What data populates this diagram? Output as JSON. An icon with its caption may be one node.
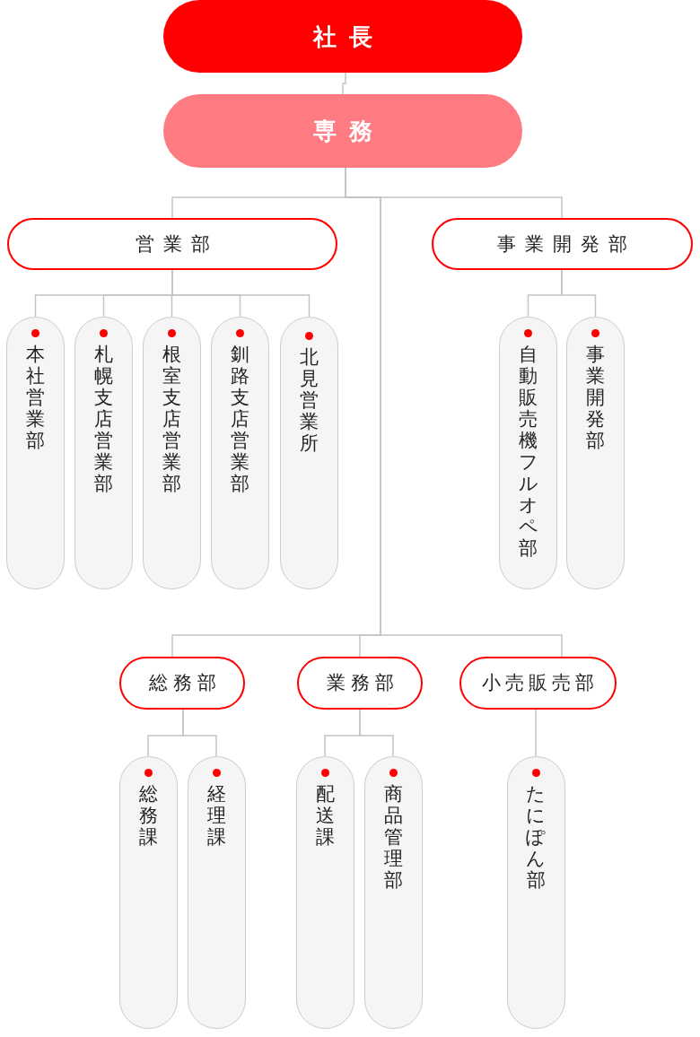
{
  "diagram": {
    "nodes": [
      {
        "text": [
          "社長"
        ]
      },
      {
        "text": [
          "専務"
        ]
      },
      {
        "text": [
          "営業部"
        ]
      },
      {
        "text": [
          "事業開発部"
        ]
      },
      {
        "text": [
          "本社営業部"
        ]
      },
      {
        "text": [
          "札幌支店営業部"
        ]
      },
      {
        "text": [
          "根室支店営業部"
        ]
      },
      {
        "text": [
          "釧路支店営業部"
        ]
      },
      {
        "text": [
          "北見営業所"
        ]
      },
      {
        "text": [
          "自動販売機フルオペ部"
        ]
      },
      {
        "text": [
          "事業開発部"
        ]
      },
      {
        "text": [
          "総務部"
        ]
      },
      {
        "text": [
          "業務部"
        ]
      },
      {
        "text": [
          "小売販売部"
        ]
      },
      {
        "text": [
          "総務課"
        ]
      },
      {
        "text": [
          "経理課"
        ]
      },
      {
        "text": [
          "配送課"
        ]
      },
      {
        "text": [
          "商品管理部"
        ]
      },
      {
        "text": [
          "たにぽん部"
        ]
      }
    ],
    "edges": [
      {
        "from": 0,
        "to": 1,
        "arrow": "none"
      },
      {
        "from": 1,
        "to": 2,
        "arrow": "none"
      },
      {
        "from": 1,
        "to": 3,
        "arrow": "none"
      },
      {
        "from": 2,
        "to": 4,
        "arrow": "none"
      },
      {
        "from": 2,
        "to": 5,
        "arrow": "none"
      },
      {
        "from": 2,
        "to": 6,
        "arrow": "none"
      },
      {
        "from": 2,
        "to": 7,
        "arrow": "none"
      },
      {
        "from": 2,
        "to": 8,
        "arrow": "none"
      },
      {
        "from": 3,
        "to": 9,
        "arrow": "none"
      },
      {
        "from": 3,
        "to": 10,
        "arrow": "none"
      },
      {
        "from": 1,
        "to": 11,
        "arrow": "none"
      },
      {
        "from": 1,
        "to": 12,
        "arrow": "none"
      },
      {
        "from": 1,
        "to": 13,
        "arrow": "none"
      },
      {
        "from": 11,
        "to": 14,
        "arrow": "none"
      },
      {
        "from": 11,
        "to": 15,
        "arrow": "none"
      },
      {
        "from": 12,
        "to": 16,
        "arrow": "none"
      },
      {
        "from": 12,
        "to": 17,
        "arrow": "none"
      },
      {
        "from": 13,
        "to": 18,
        "arrow": "none"
      }
    ]
  }
}
